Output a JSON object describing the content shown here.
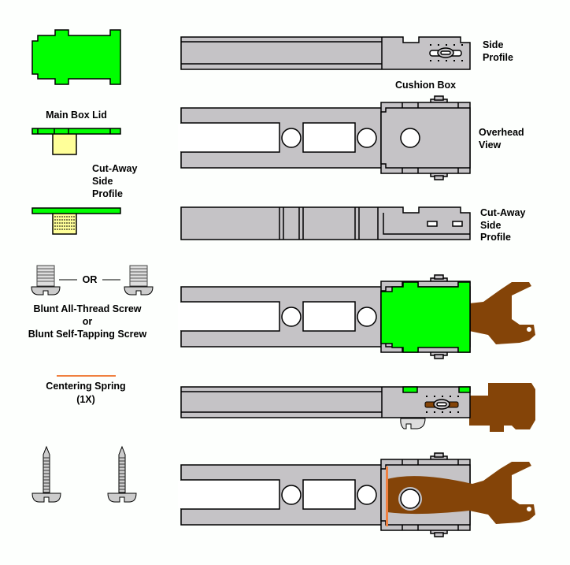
{
  "labels": {
    "side_profile": [
      "Side",
      "Profile"
    ],
    "cushion_box": "Cushion Box",
    "overhead_view": [
      "Overhead",
      "View"
    ],
    "cutaway_right": [
      "Cut-Away",
      "Side",
      "Profile"
    ],
    "main_box_lid": "Main Box Lid",
    "cutaway_left": [
      "Cut-Away",
      "Side",
      "Profile"
    ],
    "or": "OR",
    "screw_options": [
      "Blunt All-Thread Screw",
      "or",
      "Blunt Self-Tapping Screw"
    ],
    "centering_spring": [
      "Centering Spring",
      "(1X)"
    ]
  },
  "colors": {
    "grey": "#c5c3c6",
    "green": "#00ff00",
    "brown": "#844408",
    "spring": "#f08040",
    "yellow": "#ffff99"
  }
}
